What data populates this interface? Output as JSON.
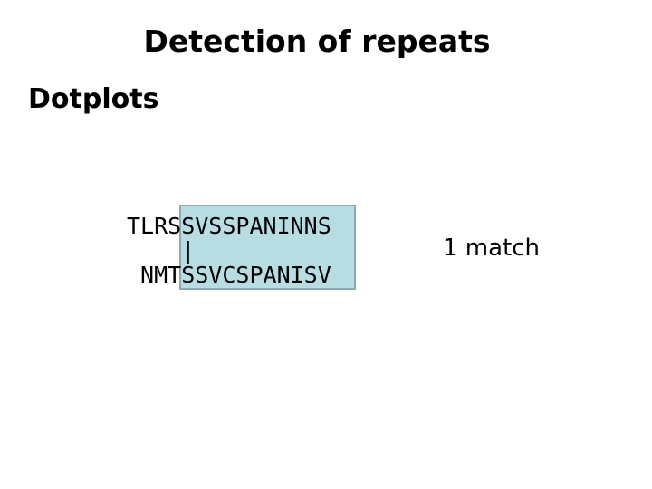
{
  "slide": {
    "title": "Detection of repeats",
    "subtitle": "Dotplots",
    "background_color": "#ffffff",
    "text_color": "#000000"
  },
  "alignment": {
    "top_sequence": "TLRSSVSSPANINNS",
    "match_markers": "    |",
    "bottom_sequence": " NMTSSVCSPANISV",
    "match_symbol": "|",
    "match_position_index": 5
  },
  "highlight": {
    "fill_color": "#b7dde2",
    "border_color": "#8fa9b4",
    "name": "repeat-region-highlight"
  },
  "annotation": {
    "match_count_label": "1 match",
    "match_count": 1
  }
}
